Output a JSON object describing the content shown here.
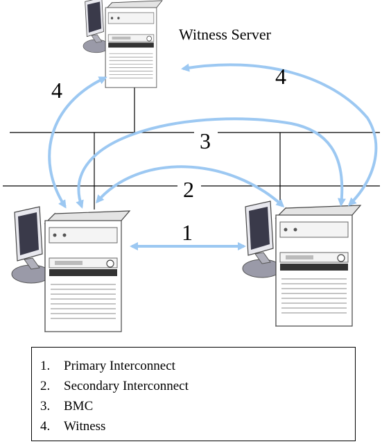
{
  "diagram": {
    "witness_label": "Witness Server",
    "link_numbers": {
      "primary": "1",
      "secondary": "2",
      "bmc": "3",
      "witness_left": "4",
      "witness_right": "4"
    }
  },
  "legend": {
    "items": [
      {
        "number": "1.",
        "label": "Primary Interconnect"
      },
      {
        "number": "2.",
        "label": "Secondary Interconnect"
      },
      {
        "number": "3.",
        "label": "BMC"
      },
      {
        "number": "4.",
        "label": "Witness"
      }
    ]
  },
  "colors": {
    "arrow": "#9cc8f2",
    "line": "#000000",
    "tower_fill": "#ffffff",
    "tower_shade": "#cfcfcf",
    "monitor_screen": "#3a3a4a",
    "monitor_base": "#9a9aa8"
  }
}
